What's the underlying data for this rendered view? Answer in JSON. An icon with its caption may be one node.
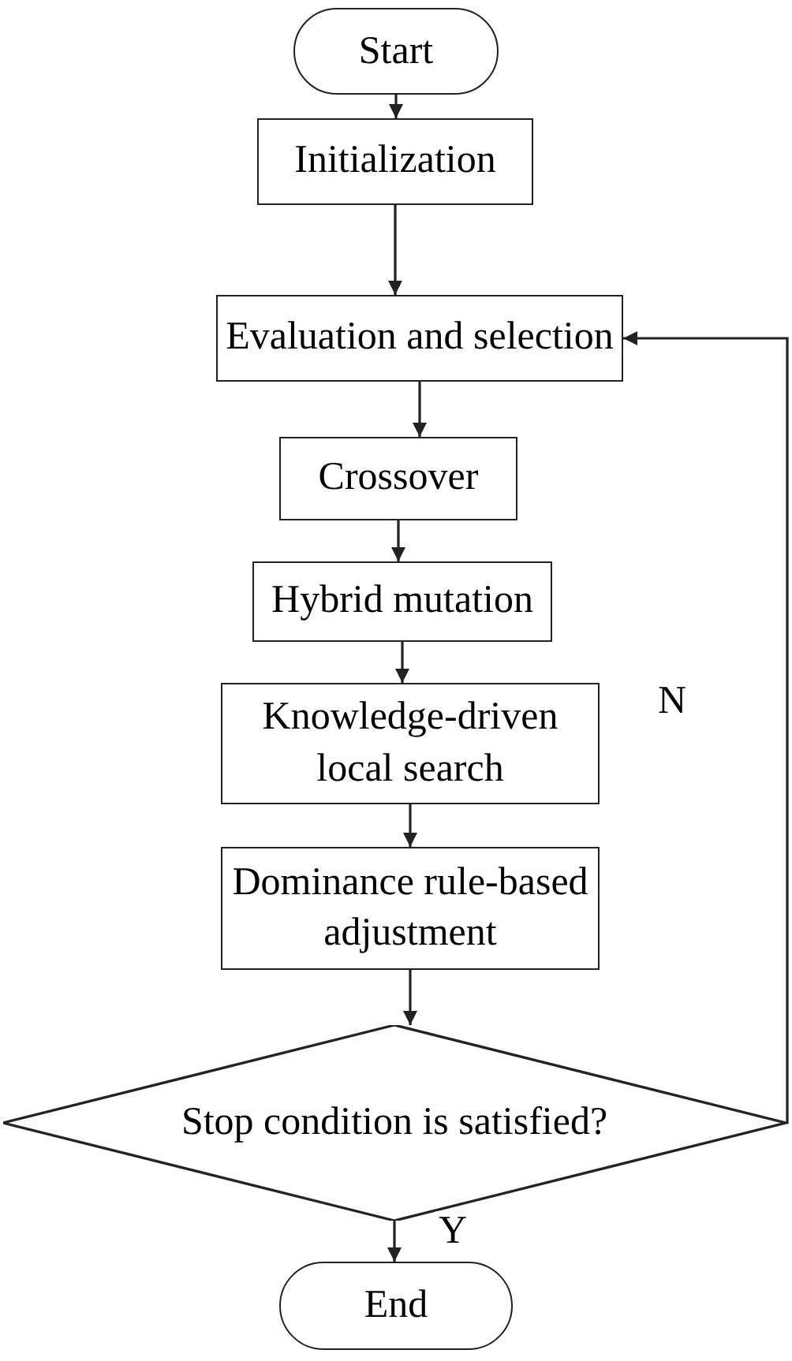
{
  "diagram": {
    "nodes": [
      {
        "text": [
          "Start"
        ]
      },
      {
        "text": [
          "Initialization"
        ]
      },
      {
        "text": [
          "Evaluation and selection"
        ]
      },
      {
        "text": [
          "Crossover"
        ]
      },
      {
        "text": [
          "Hybrid mutation"
        ]
      },
      {
        "text": [
          "Knowledge-driven local search"
        ]
      },
      {
        "text": [
          "Dominance rule-based adjustment"
        ]
      },
      {
        "text": [
          "Stop condition is satisfied?"
        ]
      },
      {
        "text": [
          "End"
        ]
      }
    ],
    "edges": [
      {
        "from": 0,
        "to": 1,
        "arrow": "to"
      },
      {
        "from": 1,
        "to": 2,
        "arrow": "to"
      },
      {
        "from": 2,
        "to": 3,
        "arrow": "to"
      },
      {
        "from": 3,
        "to": 4,
        "arrow": "to"
      },
      {
        "from": 4,
        "to": 5,
        "arrow": "to"
      },
      {
        "from": 5,
        "to": 6,
        "arrow": "to"
      },
      {
        "from": 6,
        "to": 7,
        "arrow": "to"
      },
      {
        "from": 7,
        "to": 8,
        "arrow": "to",
        "label": "Y"
      },
      {
        "from": 7,
        "to": 2,
        "arrow": "to",
        "label": "N"
      }
    ]
  }
}
